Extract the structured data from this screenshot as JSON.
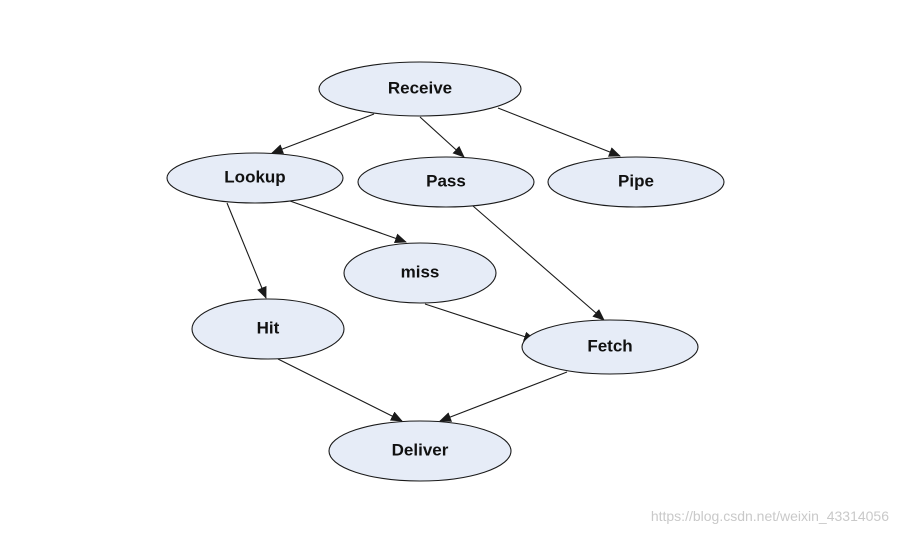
{
  "diagram": {
    "nodes": {
      "receive": "Receive",
      "lookup": "Lookup",
      "pass": "Pass",
      "pipe": "Pipe",
      "miss": "miss",
      "hit": "Hit",
      "fetch": "Fetch",
      "deliver": "Deliver"
    },
    "edges": [
      {
        "from": "receive",
        "to": "lookup"
      },
      {
        "from": "receive",
        "to": "pass"
      },
      {
        "from": "receive",
        "to": "pipe"
      },
      {
        "from": "lookup",
        "to": "hit"
      },
      {
        "from": "lookup",
        "to": "miss"
      },
      {
        "from": "pass",
        "to": "fetch"
      },
      {
        "from": "miss",
        "to": "fetch"
      },
      {
        "from": "hit",
        "to": "deliver"
      },
      {
        "from": "fetch",
        "to": "deliver"
      }
    ],
    "colors": {
      "node_fill": "#e6ecf7",
      "stroke": "#1a1a1a"
    }
  },
  "watermark": "https://blog.csdn.net/weixin_43314056"
}
